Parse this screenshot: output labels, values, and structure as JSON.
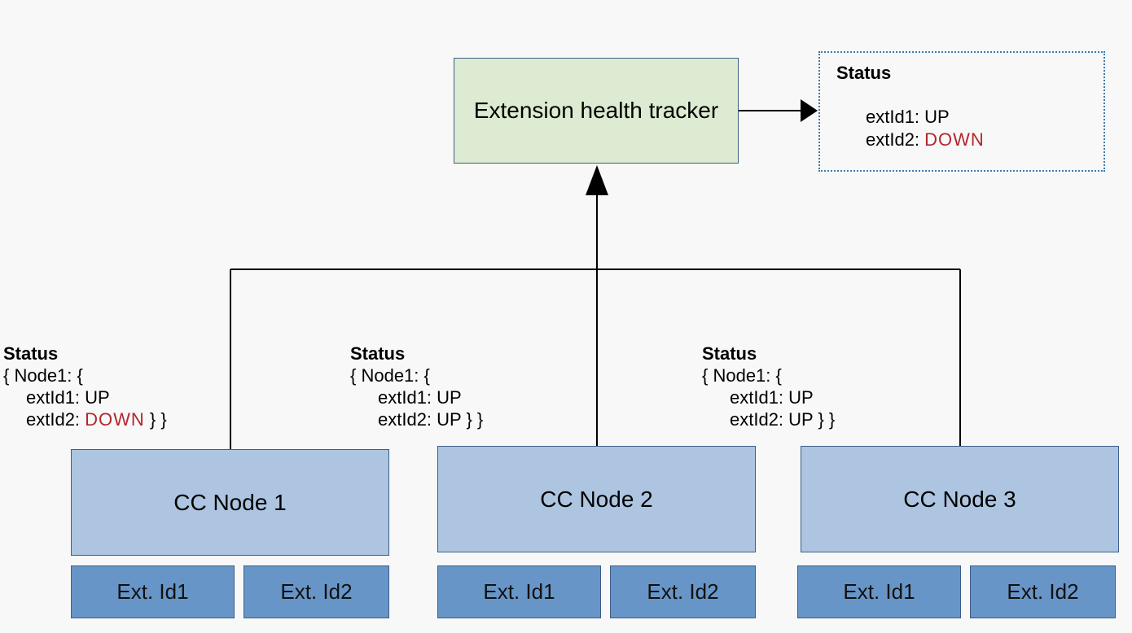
{
  "tracker": {
    "label": "Extension health tracker"
  },
  "aggregate_status": {
    "title": "Status",
    "lines": [
      {
        "key": "extId1:",
        "value": "UP"
      },
      {
        "key": "extId2:",
        "value": "DOWN"
      }
    ]
  },
  "nodes": [
    {
      "label": "CC Node 1",
      "status": {
        "title": "Status",
        "open": "{ Node1: {",
        "ext1": "extId1: UP",
        "ext2_key": "extId2: ",
        "ext2_value": "DOWN",
        "close": " } }"
      },
      "exts": [
        "Ext. Id1",
        "Ext. Id2"
      ]
    },
    {
      "label": "CC Node 2",
      "status": {
        "title": "Status",
        "open": "{ Node1: {",
        "ext1": "extId1: UP",
        "ext2_key": "extId2: ",
        "ext2_value": "UP",
        "close": " } }"
      },
      "exts": [
        "Ext. Id1",
        "Ext. Id2"
      ]
    },
    {
      "label": "CC Node 3",
      "status": {
        "title": "Status",
        "open": "{ Node1: {",
        "ext1": "extId1: UP",
        "ext2_key": "extId2: ",
        "ext2_value": "UP",
        "close": " } }"
      },
      "exts": [
        "Ext. Id1",
        "Ext. Id2"
      ]
    }
  ],
  "colors": {
    "tracker_fill": "#dcebd1",
    "node_fill": "#adc5e0",
    "ext_fill": "#6795c7",
    "border": "#3c5e8a",
    "down": "#b5262c",
    "dotted_border": "#3b7bb0"
  }
}
